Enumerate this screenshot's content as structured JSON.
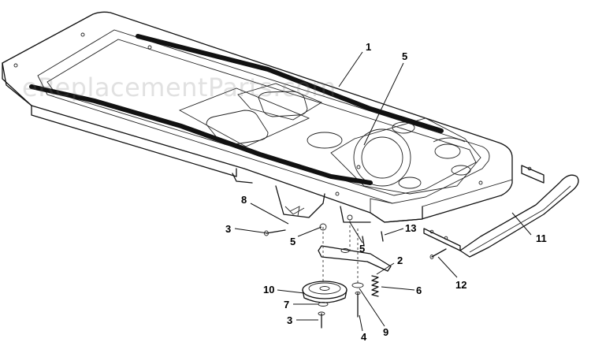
{
  "watermark": "eReplacementParts.com",
  "callouts": {
    "c1": "1",
    "c5a": "5",
    "c8": "8",
    "c3a": "3",
    "c5b": "5",
    "c5c": "5",
    "c13": "13",
    "c11": "11",
    "c2": "2",
    "c12": "12",
    "c10": "10",
    "c6": "6",
    "c7": "7",
    "c3b": "3",
    "c9": "9",
    "c4": "4"
  },
  "colors": {
    "line": "#111111",
    "belt": "#111111",
    "background": "#ffffff"
  }
}
